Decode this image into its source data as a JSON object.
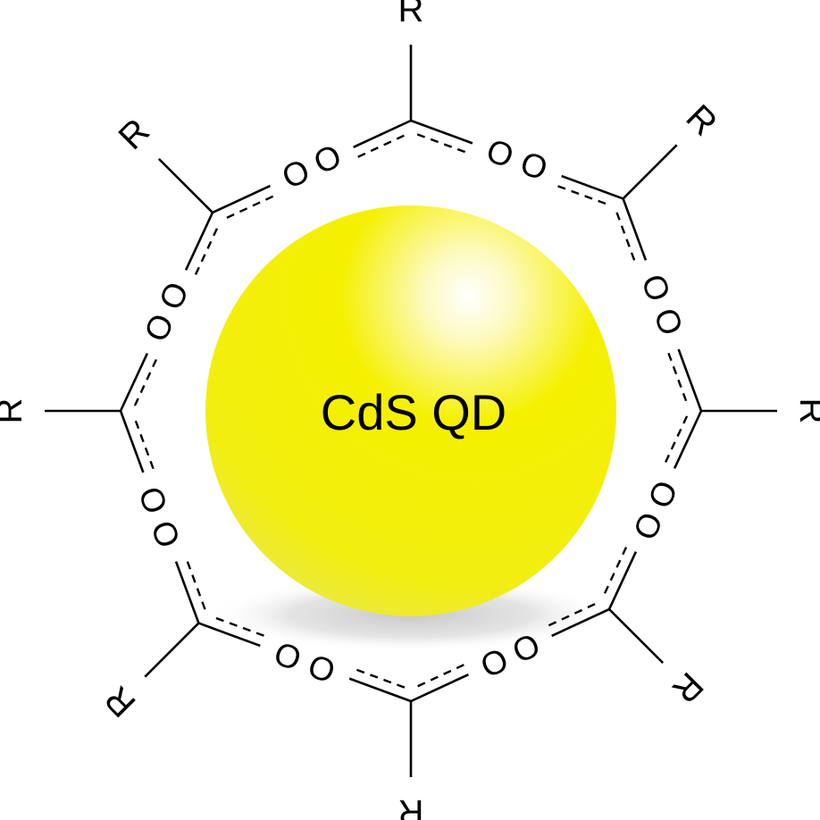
{
  "diagram": {
    "core": {
      "label": "CdS QD",
      "color": "#f5f000",
      "highlight_color": "#ffffff",
      "shadow_color": "#c8c8c8"
    },
    "ligand": {
      "r_group_label": "R",
      "oxygen_label": "O",
      "count": 8
    }
  }
}
